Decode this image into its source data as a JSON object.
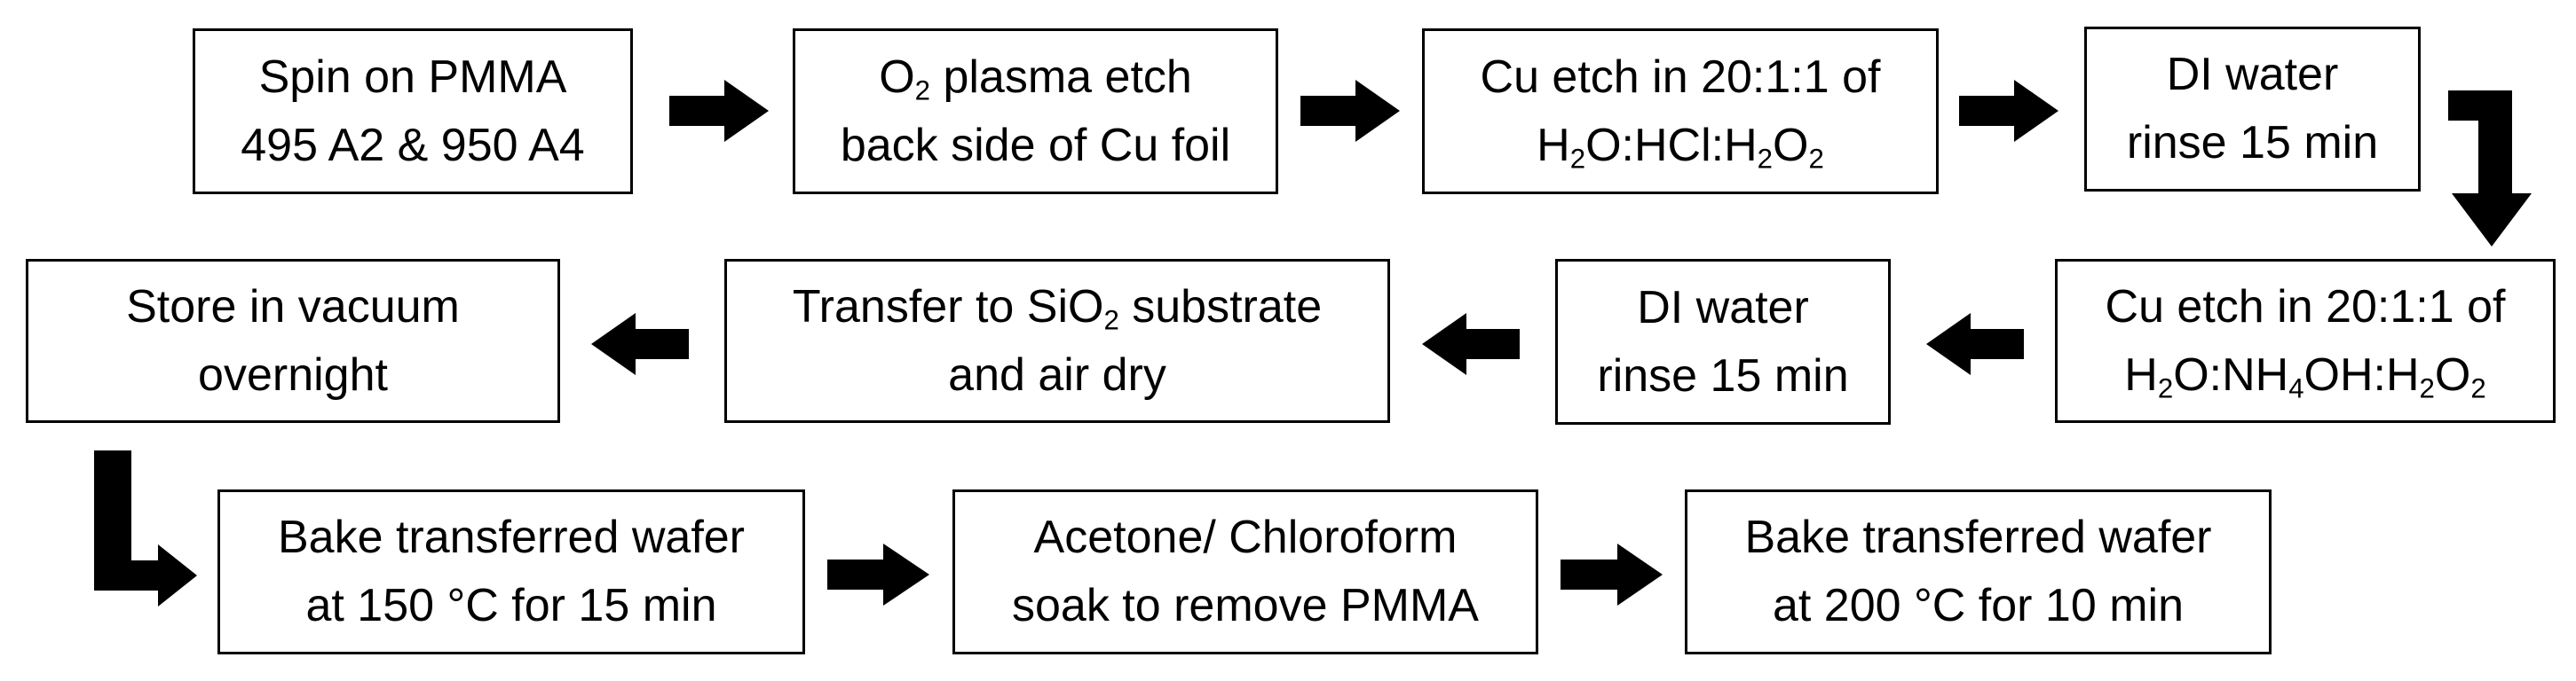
{
  "steps": [
    {
      "id": "spin-on-pmma",
      "lines": [
        "Spin on PMMA",
        "495 A2 & 950 A4"
      ]
    },
    {
      "id": "o2-plasma-etch",
      "lines": [
        "O{2} plasma etch",
        "back side of Cu foil"
      ]
    },
    {
      "id": "cu-etch-hcl",
      "lines": [
        "Cu etch in 20:1:1 of",
        "H{2}O:HCl:H{2}O{2}"
      ]
    },
    {
      "id": "di-water-rinse-1",
      "lines": [
        "DI water",
        "rinse 15 min"
      ]
    },
    {
      "id": "cu-etch-nh4oh",
      "lines": [
        "Cu etch in 20:1:1 of",
        "H{2}O:NH{4}OH:H{2}O{2}"
      ]
    },
    {
      "id": "di-water-rinse-2",
      "lines": [
        "DI water",
        "rinse 15 min"
      ]
    },
    {
      "id": "transfer-to-sio2",
      "lines": [
        "Transfer to SiO{2} substrate",
        "and air dry"
      ]
    },
    {
      "id": "store-in-vacuum",
      "lines": [
        "Store in vacuum",
        "overnight"
      ]
    },
    {
      "id": "bake-150c",
      "lines": [
        "Bake transferred wafer",
        "at 150 °C for 15 min"
      ]
    },
    {
      "id": "acetone-chloroform-soak",
      "lines": [
        "Acetone/ Chloroform",
        "soak to remove PMMA"
      ]
    },
    {
      "id": "bake-200c",
      "lines": [
        "Bake transferred wafer",
        "at 200 °C for 10 min"
      ]
    }
  ],
  "connections": [
    {
      "from": "spin-on-pmma",
      "to": "o2-plasma-etch"
    },
    {
      "from": "o2-plasma-etch",
      "to": "cu-etch-hcl"
    },
    {
      "from": "cu-etch-hcl",
      "to": "di-water-rinse-1"
    },
    {
      "from": "di-water-rinse-1",
      "to": "cu-etch-nh4oh"
    },
    {
      "from": "cu-etch-nh4oh",
      "to": "di-water-rinse-2"
    },
    {
      "from": "di-water-rinse-2",
      "to": "transfer-to-sio2"
    },
    {
      "from": "transfer-to-sio2",
      "to": "store-in-vacuum"
    },
    {
      "from": "store-in-vacuum",
      "to": "bake-150c"
    },
    {
      "from": "bake-150c",
      "to": "acetone-chloroform-soak"
    },
    {
      "from": "acetone-chloroform-soak",
      "to": "bake-200c"
    }
  ],
  "colors": {
    "box_border": "#000000",
    "arrow": "#000000",
    "background": "#ffffff"
  }
}
